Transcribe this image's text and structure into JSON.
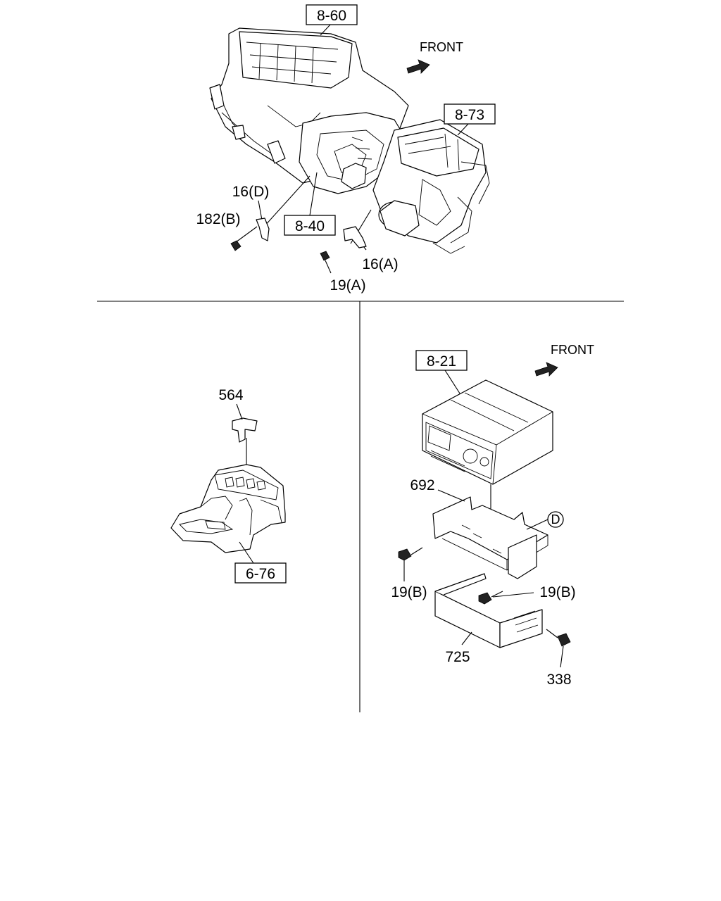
{
  "diagram": {
    "direction_labels": {
      "top": "FRONT",
      "right": "FRONT"
    },
    "reference_boxes": [
      {
        "id": "ref_860",
        "text": "8-60"
      },
      {
        "id": "ref_873",
        "text": "8-73"
      },
      {
        "id": "ref_840",
        "text": "8-40"
      },
      {
        "id": "ref_821",
        "text": "8-21"
      },
      {
        "id": "ref_676",
        "text": "6-76"
      }
    ],
    "part_callouts": [
      {
        "id": "p_16d",
        "text": "16(D)"
      },
      {
        "id": "p_182b",
        "text": "182(B)"
      },
      {
        "id": "p_16a",
        "text": "16(A)"
      },
      {
        "id": "p_19a",
        "text": "19(A)"
      },
      {
        "id": "p_564",
        "text": "564"
      },
      {
        "id": "p_692",
        "text": "692"
      },
      {
        "id": "p_19b_left",
        "text": "19(B)"
      },
      {
        "id": "p_19b_right",
        "text": "19(B)"
      },
      {
        "id": "p_725",
        "text": "725"
      },
      {
        "id": "p_338",
        "text": "338"
      }
    ],
    "circle_marker": "D"
  }
}
